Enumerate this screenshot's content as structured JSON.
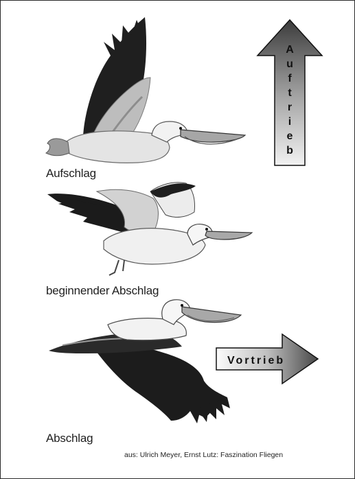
{
  "diagram": {
    "phases": [
      {
        "label": "Aufschlag"
      },
      {
        "label": "beginnender Abschlag"
      },
      {
        "label": "Abschlag"
      }
    ],
    "lift_arrow": {
      "label": "Auftrieb",
      "direction": "up"
    },
    "thrust_arrow": {
      "label": "Vortrieb",
      "direction": "right"
    },
    "source": "aus: Ulrich Meyer, Ernst Lutz: Faszination Fliegen"
  }
}
